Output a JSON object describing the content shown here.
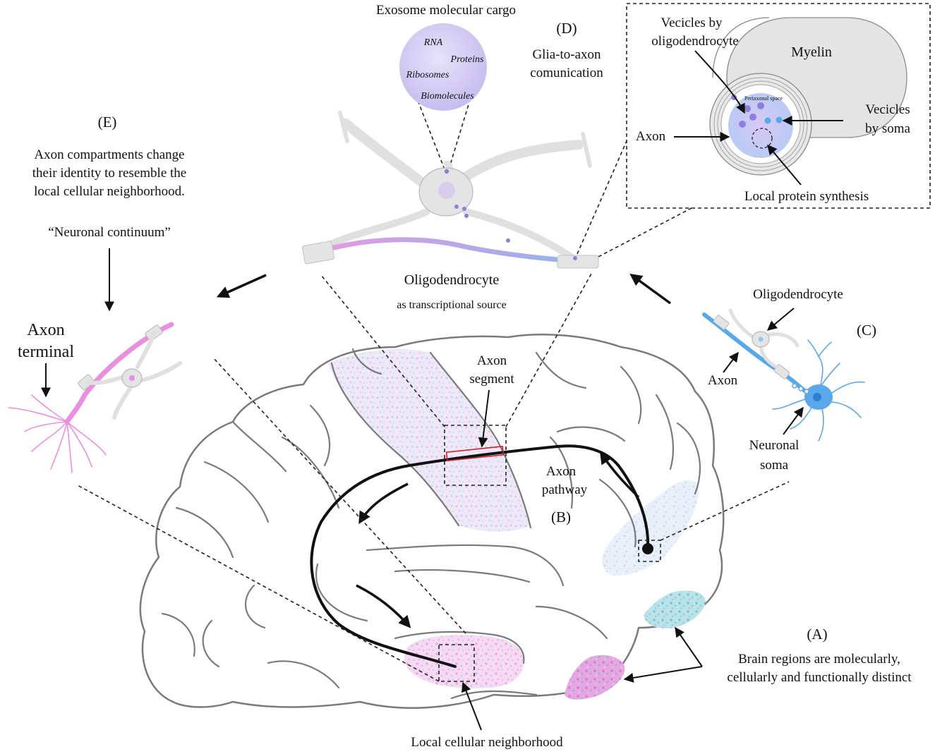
{
  "labels": {
    "exosome_title": "Exosome molecular cargo",
    "cargo": [
      "RNA",
      "Proteins",
      "Ribosomes",
      "Biomolecules"
    ],
    "d_letter": "(D)",
    "d_text_1": "Glia-to-axon",
    "d_text_2": "comunication",
    "e_letter": "(E)",
    "e_text_1": "Axon compartments change",
    "e_text_2": "their identity to resemble the",
    "e_text_3": "local cellular neighborhood.",
    "neuronal_continuum": "“Neuronal continuum”",
    "axon_terminal_1": "Axon",
    "axon_terminal_2": "terminal",
    "oligo_center": "Oligodendrocyte",
    "oligo_center_sub": "as transcriptional source",
    "inset_vesicles_oligo_1": "Vecicles by",
    "inset_vesicles_oligo_2": "oligodendrocyte",
    "inset_myelin": "Myelin",
    "inset_periaxonal": "Periaxonal space",
    "inset_vesicles_soma_1": "Vecicles",
    "inset_vesicles_soma_2": "by soma",
    "inset_axon": "Axon",
    "inset_local_protein": "Local protein synthesis",
    "c_oligo": "Oligodendrocyte",
    "c_letter": "(C)",
    "c_axon": "Axon",
    "c_soma_1": "Neuronal",
    "c_soma_2": "soma",
    "axon_segment_1": "Axon",
    "axon_segment_2": "segment",
    "axon_pathway_1": "Axon",
    "axon_pathway_2": "pathway",
    "b_letter": "(B)",
    "a_letter": "(A)",
    "a_text_1": "Brain regions are molecularly,",
    "a_text_2": "cellularly and functionally distinct",
    "local_neighborhood": "Local cellular neighborhood"
  },
  "colors": {
    "brain_outline": "#7a7a7a",
    "oligo_body": "#e4e4e4",
    "cargo_circle": "#cfc8ef",
    "vesicle": "#7a66d6",
    "neuron_blue": "#5aa7ea",
    "terminal_pink": "#ea8fe0",
    "region_pink": "#f2c4ec",
    "region_blue": "#d9e8f7",
    "region_teal": "#9fd8e3",
    "axon_segment_box": "#d42020"
  }
}
